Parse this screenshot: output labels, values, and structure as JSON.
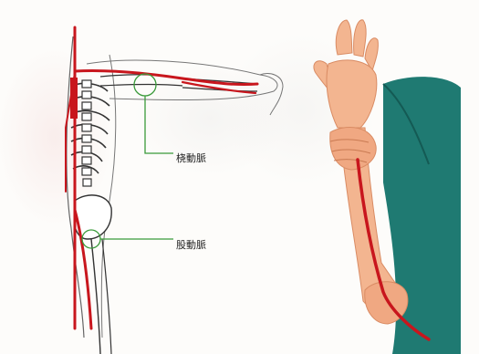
{
  "labels": {
    "radial_artery": "桡動脈",
    "femoral_artery": "股動脈"
  },
  "colors": {
    "artery": "#c8161d",
    "bone_outline": "#333333",
    "skin": "#f3b590",
    "skin_shadow": "#d98b63",
    "sleeve": "#1f7a72",
    "pointer_line": "#3a9a3a"
  },
  "icons": {
    "skeleton": "skeleton-illustration",
    "hand": "hand-pulse-check-illustration"
  }
}
